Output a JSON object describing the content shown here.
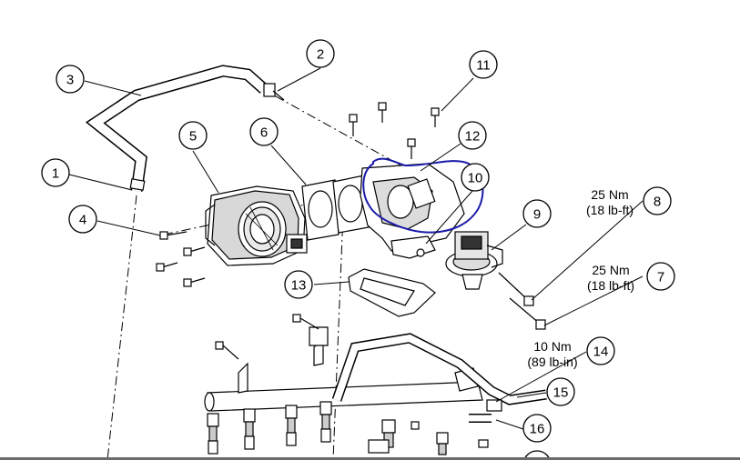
{
  "callouts": [
    {
      "label": "1"
    },
    {
      "label": "2"
    },
    {
      "label": "3"
    },
    {
      "label": "4"
    },
    {
      "label": "5"
    },
    {
      "label": "6"
    },
    {
      "label": "7"
    },
    {
      "label": "8"
    },
    {
      "label": "9"
    },
    {
      "label": "10"
    },
    {
      "label": "11"
    },
    {
      "label": "12"
    },
    {
      "label": "13"
    },
    {
      "label": "14"
    },
    {
      "label": "15"
    },
    {
      "label": "16"
    }
  ],
  "torque_specs": {
    "item8": {
      "line1": "25 Nm",
      "line2": "(18 lb-ft)"
    },
    "item7": {
      "line1": "25 Nm",
      "line2": "(18 lb-ft)"
    },
    "item14": {
      "line1": "10 Nm",
      "line2": "(89 lb-in)"
    }
  },
  "colors": {
    "ink": "#000000",
    "annotation": "#1a1aa8",
    "bottom_bar": "#6b6b6b"
  }
}
